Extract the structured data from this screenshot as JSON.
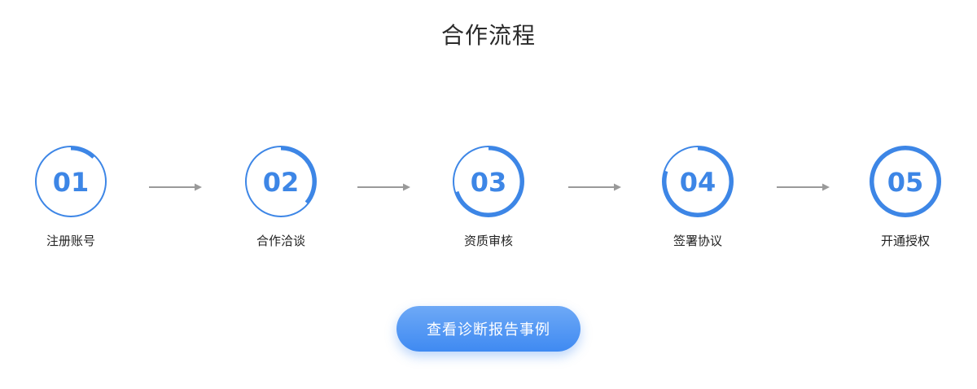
{
  "title": "合作流程",
  "steps": [
    {
      "number": "01",
      "label": "注册账号",
      "progress": 0.12
    },
    {
      "number": "02",
      "label": "合作洽谈",
      "progress": 0.36
    },
    {
      "number": "03",
      "label": "资质审核",
      "progress": 0.7
    },
    {
      "number": "04",
      "label": "签署协议",
      "progress": 0.8
    },
    {
      "number": "05",
      "label": "开通授权",
      "progress": 1.0
    }
  ],
  "cta": {
    "label": "查看诊断报告事例"
  },
  "colors": {
    "accent": "#3d86e6",
    "ring_track": "#3d86e6",
    "arrow": "#9a9a9a",
    "title": "#2b2b2b"
  }
}
